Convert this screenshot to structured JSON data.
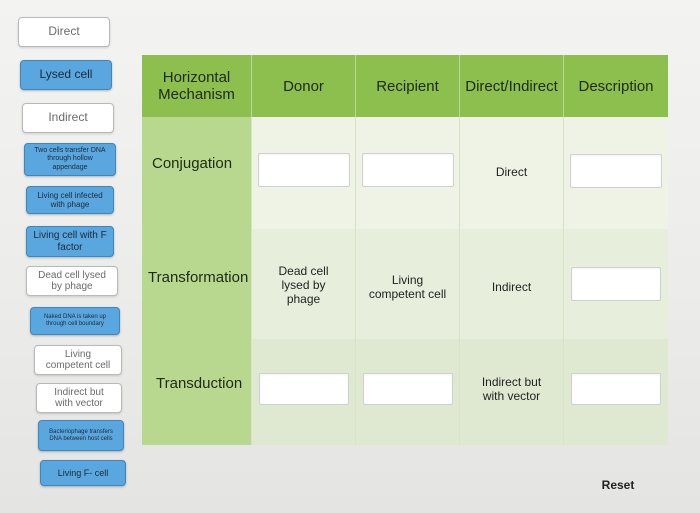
{
  "labels": [
    {
      "text": "Direct",
      "style": "white"
    },
    {
      "text": "Lysed cell",
      "style": "blue"
    },
    {
      "text": "Indirect",
      "style": "white"
    },
    {
      "text": "Two cells transfer DNA through hollow appendage",
      "style": "blue"
    },
    {
      "text": "Living cell infected with phage",
      "style": "blue"
    },
    {
      "text": "Living cell with F factor",
      "style": "blue"
    },
    {
      "text": "Dead cell lysed by phage",
      "style": "white"
    },
    {
      "text": "Naked DNA is taken up through cell boundary",
      "style": "blue"
    },
    {
      "text": "Living competent cell",
      "style": "white"
    },
    {
      "text": "Indirect but with vector",
      "style": "white"
    },
    {
      "text": "Bacteriophage transfers DNA between host cells",
      "style": "blue"
    },
    {
      "text": "Living F- cell",
      "style": "blue"
    }
  ],
  "table": {
    "headers": [
      "Horizontal Mechanism",
      "Donor",
      "Recipient",
      "Direct/Indirect",
      "Description"
    ],
    "rows": [
      {
        "mechanism": "Conjugation",
        "donor": "",
        "recipient": "",
        "direct": "Direct",
        "description": ""
      },
      {
        "mechanism": "Transformation",
        "donor": "Dead cell lysed by phage",
        "recipient": "Living competent cell",
        "direct": "Indirect",
        "description": ""
      },
      {
        "mechanism": "Transduction",
        "donor": "",
        "recipient": "",
        "direct": "Indirect but with vector",
        "description": ""
      }
    ]
  },
  "reset_label": "Reset"
}
